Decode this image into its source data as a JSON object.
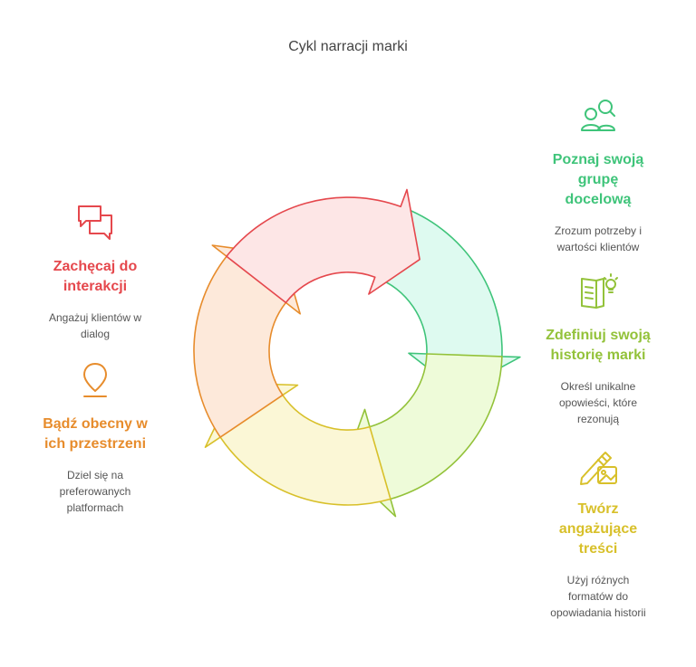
{
  "title": "Cykl narracji marki",
  "colors": {
    "green": "#3fc47a",
    "lime": "#93c23a",
    "yellow": "#d8c02a",
    "orange": "#e78c2c",
    "red": "#e5484d"
  },
  "steps": {
    "know": {
      "icon": "people-search-icon",
      "heading": "Poznaj swoją grupę docelową",
      "heading_lines": [
        "Poznaj swoją",
        "grupę",
        "docelową"
      ],
      "desc_lines": [
        "Zrozum potrzeby i",
        "wartości klientów"
      ]
    },
    "define": {
      "icon": "book-idea-icon",
      "heading": "Zdefiniuj swoją historię marki",
      "heading_lines": [
        "Zdefiniuj swoją",
        "historię marki"
      ],
      "desc_lines": [
        "Określ unikalne",
        "opowieści, które",
        "rezonują"
      ]
    },
    "create": {
      "icon": "pencil-image-icon",
      "heading": "Twórz angażujące treści",
      "heading_lines": [
        "Twórz",
        "angażujące",
        "treści"
      ],
      "desc_lines": [
        "Użyj różnych",
        "formatów do",
        "opowiadania historii"
      ]
    },
    "engage": {
      "icon": "chat-bubbles-icon",
      "heading": "Zachęcaj do interakcji",
      "heading_lines": [
        "Zachęcaj do",
        "interakcji"
      ],
      "desc_lines": [
        "Angażuj klientów w",
        "dialog"
      ]
    },
    "present": {
      "icon": "location-pin-icon",
      "heading": "Bądź obecny w ich przestrzeni",
      "heading_lines": [
        "Bądź obecny w",
        "ich przestrzeni"
      ],
      "desc_lines": [
        "Dziel się na",
        "preferowanych",
        "platformach"
      ]
    }
  }
}
